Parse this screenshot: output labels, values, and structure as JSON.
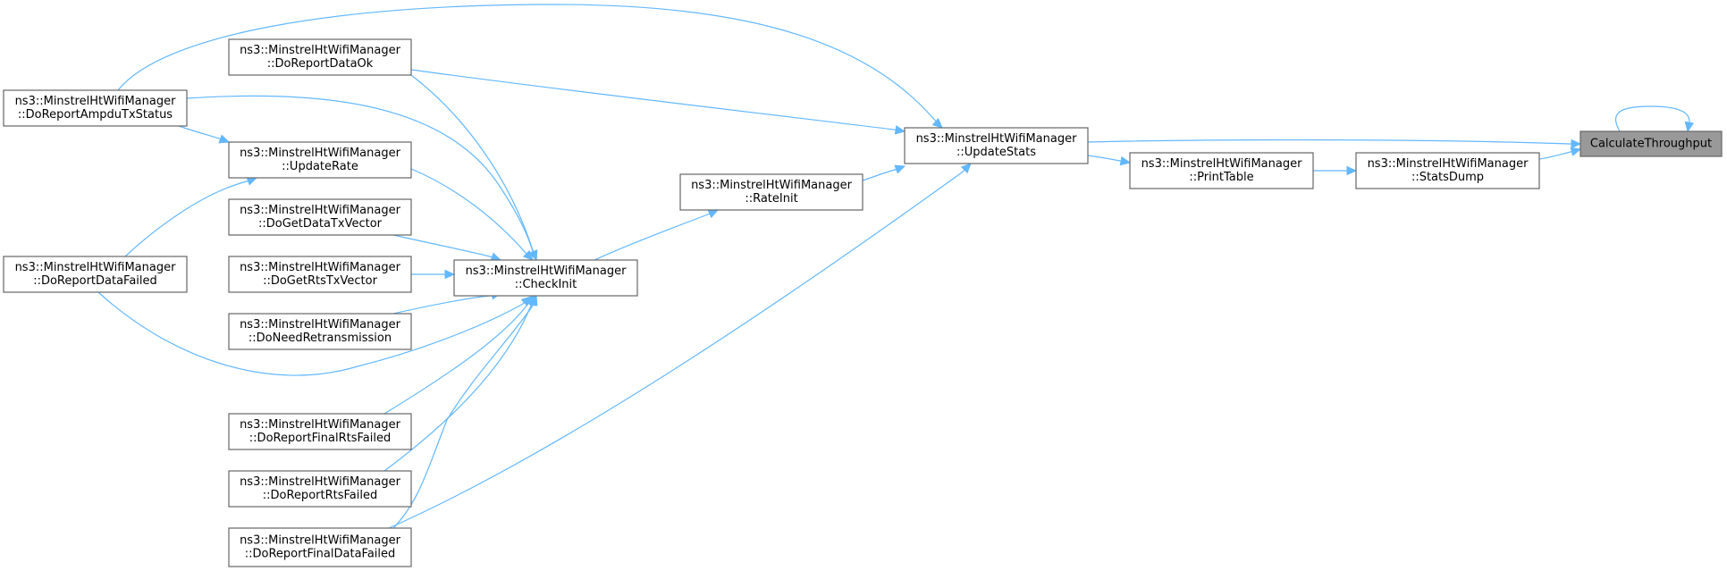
{
  "diagram": {
    "type": "caller-graph",
    "colors": {
      "edge": "#63b8ff",
      "node_border": "#666666",
      "root_fill": "#999999",
      "node_fill": "#ffffff"
    },
    "nodes": [
      {
        "id": "calc",
        "lines": [
          "CalculateThroughput"
        ],
        "root": true
      },
      {
        "id": "stats",
        "lines": [
          "ns3::MinstrelHtWifiManager",
          "::StatsDump"
        ]
      },
      {
        "id": "print",
        "lines": [
          "ns3::MinstrelHtWifiManager",
          "::PrintTable"
        ]
      },
      {
        "id": "update",
        "lines": [
          "ns3::MinstrelHtWifiManager",
          "::UpdateStats"
        ]
      },
      {
        "id": "rateinit",
        "lines": [
          "ns3::MinstrelHtWifiManager",
          "::RateInit"
        ]
      },
      {
        "id": "checkinit",
        "lines": [
          "ns3::MinstrelHtWifiManager",
          "::CheckInit"
        ]
      },
      {
        "id": "dataok",
        "lines": [
          "ns3::MinstrelHtWifiManager",
          "::DoReportDataOk"
        ]
      },
      {
        "id": "updaterate",
        "lines": [
          "ns3::MinstrelHtWifiManager",
          "::UpdateRate"
        ]
      },
      {
        "id": "getdata",
        "lines": [
          "ns3::MinstrelHtWifiManager",
          "::DoGetDataTxVector"
        ]
      },
      {
        "id": "getrts",
        "lines": [
          "ns3::MinstrelHtWifiManager",
          "::DoGetRtsTxVector"
        ]
      },
      {
        "id": "needretx",
        "lines": [
          "ns3::MinstrelHtWifiManager",
          "::DoNeedRetransmission"
        ]
      },
      {
        "id": "finalrts",
        "lines": [
          "ns3::MinstrelHtWifiManager",
          "::DoReportFinalRtsFailed"
        ]
      },
      {
        "id": "rtsfailed",
        "lines": [
          "ns3::MinstrelHtWifiManager",
          "::DoReportRtsFailed"
        ]
      },
      {
        "id": "finaldata",
        "lines": [
          "ns3::MinstrelHtWifiManager",
          "::DoReportFinalDataFailed"
        ]
      },
      {
        "id": "ampdu",
        "lines": [
          "ns3::MinstrelHtWifiManager",
          "::DoReportAmpduTxStatus"
        ]
      },
      {
        "id": "datafailed",
        "lines": [
          "ns3::MinstrelHtWifiManager",
          "::DoReportDataFailed"
        ]
      }
    ],
    "edges": [
      {
        "from": "calc",
        "to": "calc"
      },
      {
        "from": "stats",
        "to": "calc"
      },
      {
        "from": "update",
        "to": "calc"
      },
      {
        "from": "print",
        "to": "stats"
      },
      {
        "from": "update",
        "to": "print"
      },
      {
        "from": "rateinit",
        "to": "update"
      },
      {
        "from": "ampdu",
        "to": "update"
      },
      {
        "from": "dataok",
        "to": "update"
      },
      {
        "from": "finaldata",
        "to": "update"
      },
      {
        "from": "checkinit",
        "to": "rateinit"
      },
      {
        "from": "dataok",
        "to": "checkinit"
      },
      {
        "from": "ampdu",
        "to": "checkinit"
      },
      {
        "from": "updaterate",
        "to": "checkinit"
      },
      {
        "from": "getdata",
        "to": "checkinit"
      },
      {
        "from": "getrts",
        "to": "checkinit"
      },
      {
        "from": "needretx",
        "to": "checkinit"
      },
      {
        "from": "datafailed",
        "to": "checkinit"
      },
      {
        "from": "finalrts",
        "to": "checkinit"
      },
      {
        "from": "rtsfailed",
        "to": "checkinit"
      },
      {
        "from": "finaldata",
        "to": "checkinit"
      },
      {
        "from": "ampdu",
        "to": "updaterate"
      },
      {
        "from": "datafailed",
        "to": "updaterate"
      }
    ]
  }
}
